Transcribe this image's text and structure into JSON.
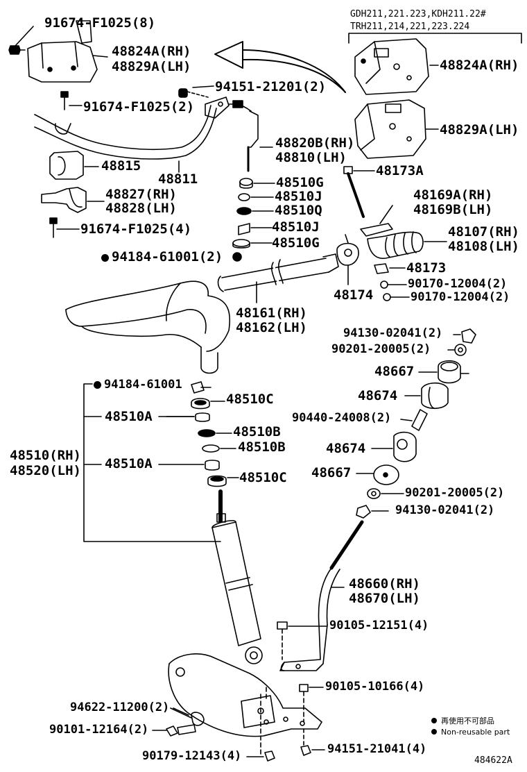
{
  "diagram": {
    "header": {
      "line1": "GDH211,221.223,KDH211.22#",
      "line2": "TRH211,214,221,223.224"
    },
    "labels": {
      "p_91674_F1025_8": "91674-F1025(8)",
      "p_48824A_RH_top": "48824A(RH)",
      "p_48829A_LH_top": "48829A(LH)",
      "p_94151_21201": "94151-21201(2)",
      "p_48824A_RH_right": "48824A(RH)",
      "p_91674_F1025_2": "91674-F1025(2)",
      "p_48829A_LH_right": "48829A(LH)",
      "p_48820B": "48820B(RH)",
      "p_48810": "48810(LH)",
      "p_48815": "48815",
      "p_48811": "48811",
      "p_48173A": "48173A",
      "p_48510G_a": "48510G",
      "p_48827": "48827(RH)",
      "p_48828": "48828(LH)",
      "p_48510J_a": "48510J",
      "p_48169A": "48169A(RH)",
      "p_48169B": "48169B(LH)",
      "p_48510Q": "48510Q",
      "p_91674_F1025_4": "91674-F1025(4)",
      "p_48510J_b": "48510J",
      "p_48107": "48107(RH)",
      "p_48108": "48108(LH)",
      "p_48510G_b": "48510G",
      "p_94184_61001_2": "94184-61001(2)",
      "p_48173": "48173",
      "p_90170_12004_a": "90170-12004(2)",
      "p_48174": "48174",
      "p_90170_12004_b": "90170-12004(2)",
      "p_48161": "48161(RH)",
      "p_48162": "48162(LH)",
      "p_94130_02041_a": "94130-02041(2)",
      "p_90201_20005_a": "90201-20005(2)",
      "p_48667_a": "48667",
      "p_94184_61001": "94184-61001",
      "p_48674_a": "48674",
      "p_48510C_a": "48510C",
      "p_90440_24008": "90440-24008(2)",
      "p_48510A_a": "48510A",
      "p_48510B_a": "48510B",
      "p_48674_b": "48674",
      "p_48510RH": "48510(RH)",
      "p_48510B_b": "48510B",
      "p_48520LH": "48520(LH)",
      "p_48510A_b": "48510A",
      "p_48667_b": "48667",
      "p_48510C_b": "48510C",
      "p_90201_20005_b": "90201-20005(2)",
      "p_94130_02041_b": "94130-02041(2)",
      "p_48660": "48660(RH)",
      "p_48670": "48670(LH)",
      "p_90105_12151": "90105-12151(4)",
      "p_90105_10166": "90105-10166(4)",
      "p_94622_11200": "94622-11200(2)",
      "p_90101_12164": "90101-12164(2)",
      "p_90179_12143": "90179-12143(4)",
      "p_94151_21041": "94151-21041(4)"
    },
    "legend": {
      "line1": "再使用不可部品",
      "line2": "Non-reusable part"
    },
    "figure_id": "484622A"
  }
}
